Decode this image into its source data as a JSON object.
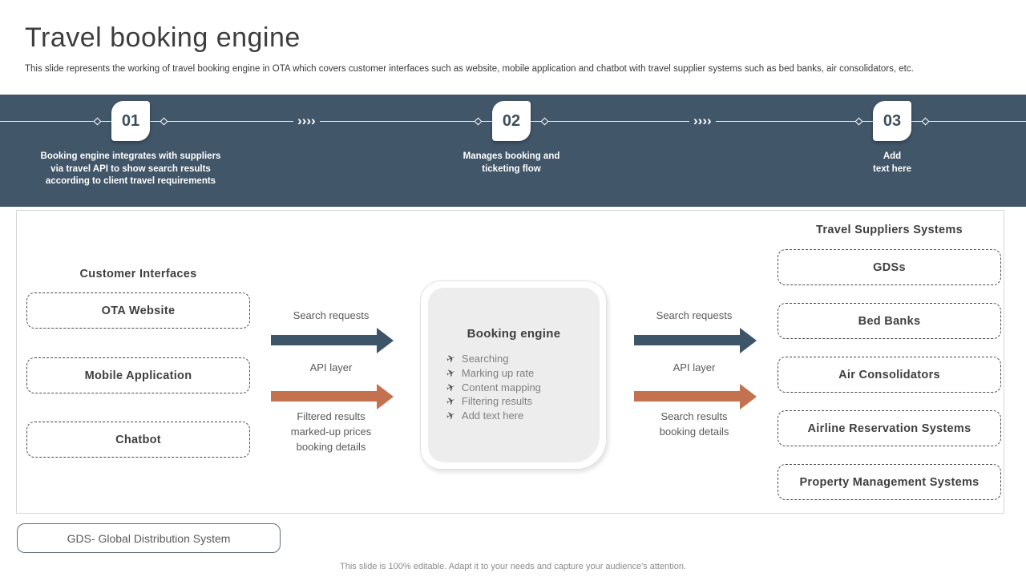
{
  "header": {
    "title": "Travel booking engine",
    "subtitle": "This slide represents the working of travel  booking engine in OTA which covers customer interfaces such as website, mobile application and chatbot with travel supplier systems such as bed banks, air consolidators, etc."
  },
  "timeline": {
    "chevron_glyph": "››››",
    "steps": [
      {
        "number": "01",
        "description": "Booking engine  integrates  with suppliers\nvia  travel  API to show  search  results\naccording  to client travel  requirements"
      },
      {
        "number": "02",
        "description": "Manages  booking  and\nticketing flow"
      },
      {
        "number": "03",
        "description": "Add\ntext here"
      }
    ]
  },
  "diagram": {
    "customer": {
      "heading": "Customer Interfaces",
      "boxes": [
        "OTA Website",
        "Mobile Application",
        "Chatbot"
      ]
    },
    "left_flow": {
      "top_label": "Search requests",
      "mid_label": "API layer",
      "bottom_label": "Filtered results\nmarked-up prices\nbooking details"
    },
    "engine": {
      "title": "Booking engine",
      "bullet_glyph": "✈",
      "items": [
        "Searching",
        "Marking  up rate",
        "Content mapping",
        "Filtering results",
        "Add text here"
      ]
    },
    "right_flow": {
      "top_label": "Search requests",
      "mid_label": "API layer",
      "bottom_label": "Search results\nbooking details"
    },
    "suppliers": {
      "heading": "Travel Suppliers Systems",
      "boxes": [
        "GDSs",
        "Bed Banks",
        "Air Consolidators",
        "Airline Reservation Systems",
        "Property Management Systems"
      ]
    }
  },
  "legend": {
    "label": "GDS- Global Distribution System"
  },
  "footer": {
    "note": "This slide is 100% editable. Adapt it to your needs and capture your audience's attention."
  },
  "colors": {
    "banner": "#42566a",
    "dark_arrow": "#3d5568",
    "orange_arrow": "#c4714f"
  }
}
